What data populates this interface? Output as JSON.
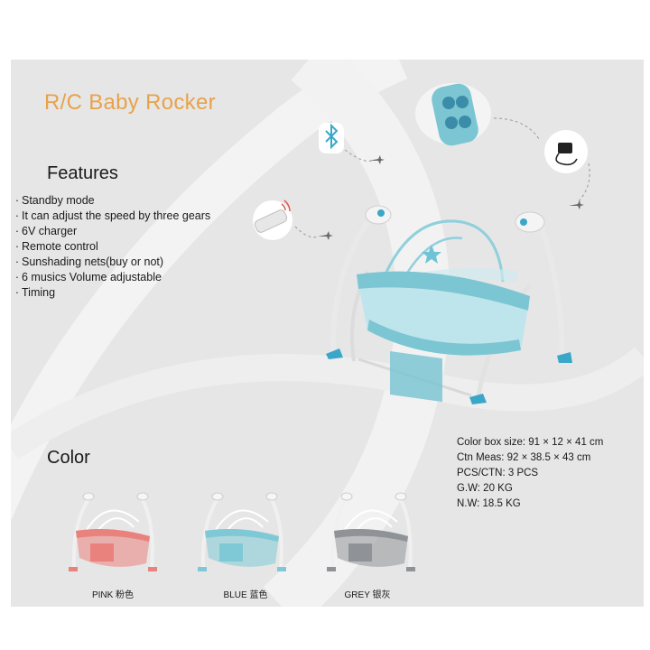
{
  "title": "R/C Baby Rocker",
  "features_heading": "Features",
  "features": [
    "Standby mode",
    "It can adjust the speed by three gears",
    "6V charger",
    "Remote control",
    "Sunshading nets(buy or not)",
    "6 musics Volume adjustable",
    "Timing"
  ],
  "bullet": "·",
  "color_heading": "Color",
  "specs": [
    "Color box size: 91 × 12 × 41 cm",
    "Ctn Meas: 92 × 38.5 × 43 cm",
    "PCS/CTN: 3 PCS",
    "G.W: 20 KG",
    "N.W: 18.5 KG"
  ],
  "variants": [
    {
      "label": "PINK 粉色",
      "color": "#e9827c"
    },
    {
      "label": "BLUE 蓝色",
      "color": "#7fc9d6"
    },
    {
      "label": "GREY 银灰",
      "color": "#8f9398"
    }
  ],
  "colors": {
    "title": "#e8a24a",
    "panel_bg": "#e6e6e6",
    "main_bassinet": "#7cc6d3",
    "accent_blue": "#3aa7c9"
  },
  "icons": [
    "bluetooth-icon",
    "remote-control-icon",
    "charger-icon",
    "control-box-icon",
    "airplane-icon"
  ]
}
